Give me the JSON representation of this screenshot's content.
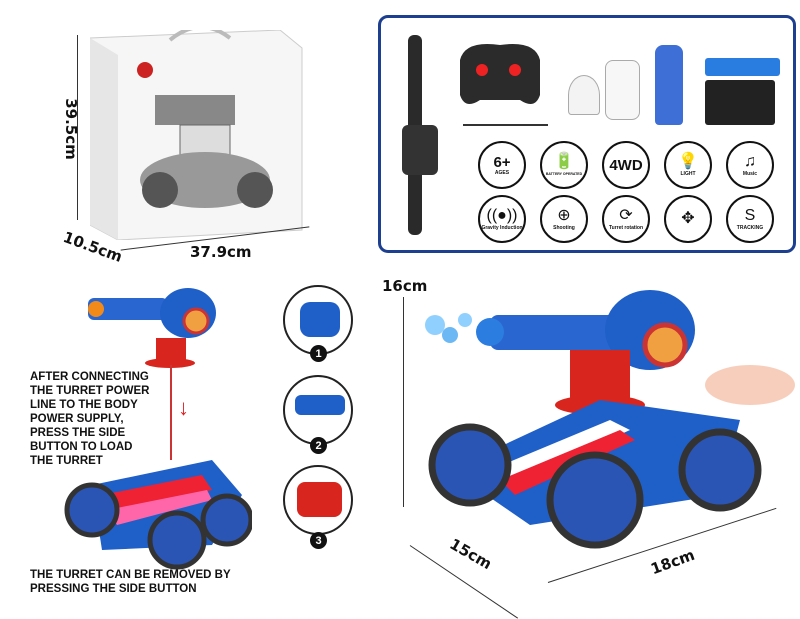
{
  "package": {
    "height_label": "39.5cm",
    "depth_label": "10.5cm",
    "width_label": "37.9cm"
  },
  "features": [
    {
      "icon": "age-icon",
      "main": "6+",
      "caption": "AGES"
    },
    {
      "icon": "battery-icon",
      "main": "",
      "caption": "BATTERY OPERATED"
    },
    {
      "icon": "4wd-icon",
      "main": "4WD",
      "caption": ""
    },
    {
      "icon": "light-bulb-icon",
      "main": "",
      "caption": "LIGHT"
    },
    {
      "icon": "music-note-icon",
      "main": "",
      "caption": "Music"
    },
    {
      "icon": "gravity-induction-icon",
      "main": "",
      "caption": "Gravity Induction"
    },
    {
      "icon": "crosshair-icon",
      "main": "",
      "caption": "Shooting"
    },
    {
      "icon": "turret-rotation-icon",
      "main": "",
      "caption": "Turret rotation"
    },
    {
      "icon": "multi-direction-icon",
      "main": "",
      "caption": ""
    },
    {
      "icon": "tracking-icon",
      "main": "",
      "caption": "TRACKING"
    }
  ],
  "instructions": {
    "load_turret": "AFTER CONNECTING THE TURRET POWER LINE TO THE BODY POWER SUPPLY, PRESS THE SIDE BUTTON TO LOAD THE TURRET",
    "remove_turret": "THE TURRET CAN BE REMOVED BY PRESSING THE SIDE BUTTON",
    "steps": [
      "1",
      "2",
      "3"
    ]
  },
  "toy": {
    "height_label": "16cm",
    "width_label": "15cm",
    "length_label": "18cm"
  },
  "colors": {
    "panel_border": "#1d3f8f",
    "body_blue": "#1f5fc8",
    "turret_red": "#d8261e"
  }
}
